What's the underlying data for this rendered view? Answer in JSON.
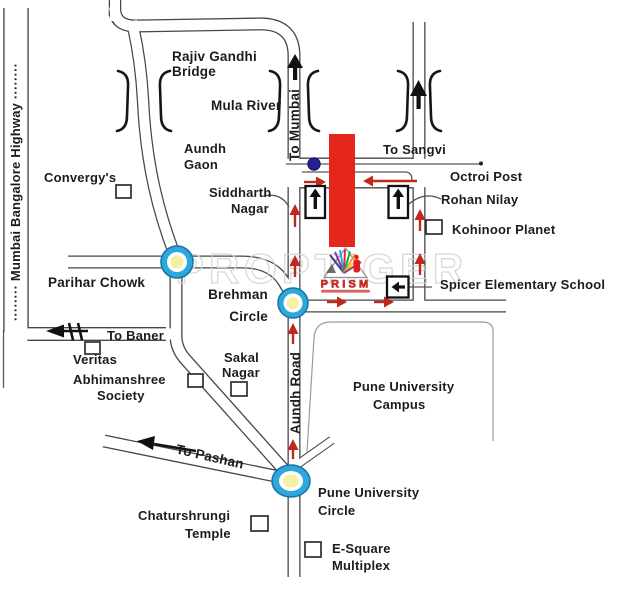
{
  "watermark": "PROPTIGER",
  "colors": {
    "road_line": "#474747",
    "arrow_red": "#c1271d",
    "site_marker_red": "#e5261b",
    "junction_ring_blue": "#2fa7d8",
    "junction_core_yellow": "#f4f2a2",
    "poi_dot_blue": "#232090",
    "watermark_gray": "#d4d4d4"
  },
  "roads": {
    "mumbai_bangalore_highway": "········ Mumbai Bangalore Highway ········",
    "to_mumbai": "To Mumbai",
    "to_sangvi": "To Sangvi",
    "to_baner": "To Baner",
    "to_pashan": "To Pashan",
    "aundh_road": "Aundh Road"
  },
  "junctions": {
    "parihar_chowk": "Parihar Chowk",
    "brehman_circle": {
      "line1": "Brehman",
      "line2": "Circle"
    },
    "pune_university_circle": {
      "line1": "Pune University",
      "line2": "Circle"
    }
  },
  "landmarks": {
    "rajiv_gandhi_bridge": {
      "line1": "Rajiv Gandhi",
      "line2": "Bridge"
    },
    "mula_river": "Mula River",
    "aundh_gaon": {
      "line1": "Aundh",
      "line2": "Gaon"
    },
    "convergys": "Convergy's",
    "siddharth_nagar": {
      "line1": "Siddharth",
      "line2": "Nagar"
    },
    "octroi_post": "Octroi Post",
    "rohan_nilay": "Rohan Nilay",
    "kohinoor_planet": "Kohinoor Planet",
    "spicer_school": "Spicer Elementary School",
    "veritas": "Veritas",
    "abhimanshree_society": {
      "line1": "Abhimanshree",
      "line2": "Society"
    },
    "sakal_nagar": {
      "line1": "Sakal",
      "line2": "Nagar"
    },
    "pune_university_campus": {
      "line1": "Pune University",
      "line2": "Campus"
    },
    "chaturshrungi_temple": {
      "line1": "Chaturshrungi",
      "line2": "Temple"
    },
    "esquare_multiplex": {
      "line1": "E-Square",
      "line2": "Multiplex"
    }
  },
  "logo": {
    "name": "PRISM"
  }
}
